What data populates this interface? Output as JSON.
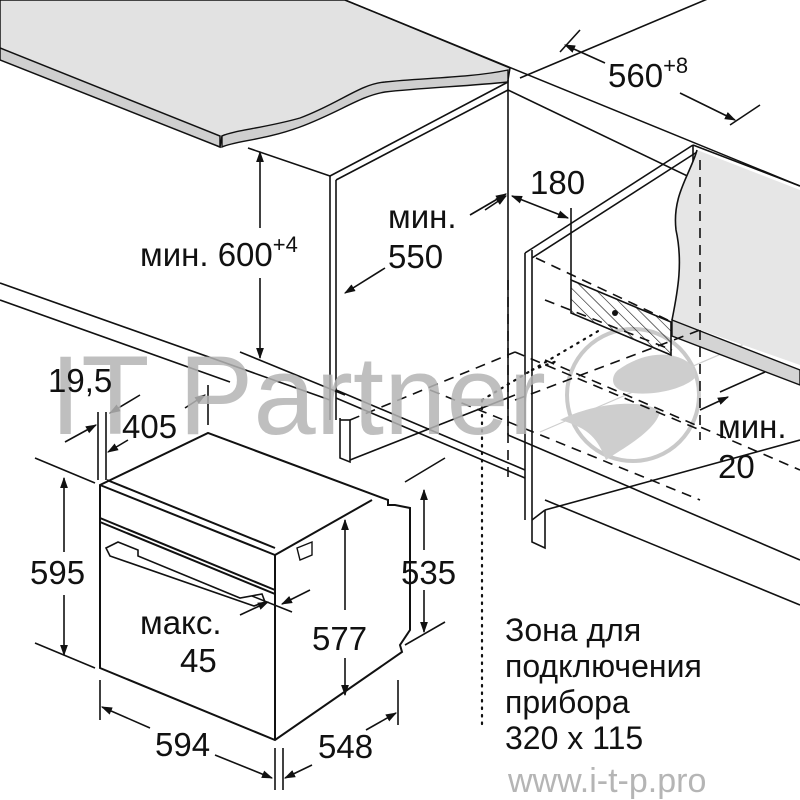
{
  "diagram": {
    "type": "built-in oven installation diagram",
    "colors": {
      "line": "#111111",
      "countertop_fill": "#e2e2e2",
      "countertop_edge": "#cfcfcf",
      "watermark": "#b5b5b5"
    }
  },
  "dimensions": {
    "cabinet_depth": {
      "value": "560",
      "tolerance": "+8"
    },
    "niche_height": {
      "prefix": "мин.",
      "value": "600",
      "tolerance": "+4"
    },
    "min_depth": {
      "prefix": "мин.",
      "value": "550"
    },
    "connection_offset": {
      "value": "180"
    },
    "rear_gap": {
      "prefix": "мин.",
      "value": "20"
    },
    "door_offset": {
      "value": "19,5"
    },
    "top_depth": {
      "value": "405"
    },
    "oven_height": {
      "value": "595"
    },
    "body_height": {
      "value": "535"
    },
    "inner_height": {
      "value": "577"
    },
    "handle_depth": {
      "prefix": "макс.",
      "value": "45"
    },
    "oven_width": {
      "value": "594"
    },
    "oven_depth": {
      "value": "548"
    }
  },
  "note": {
    "line1": "Зона для",
    "line2": "подключения",
    "line3": "прибора",
    "line4": "320 x 115"
  },
  "watermark": {
    "brand": "IT Partner",
    "url": "www.i-t-p.pro",
    "logo": "s-swoosh-circle-logo"
  }
}
